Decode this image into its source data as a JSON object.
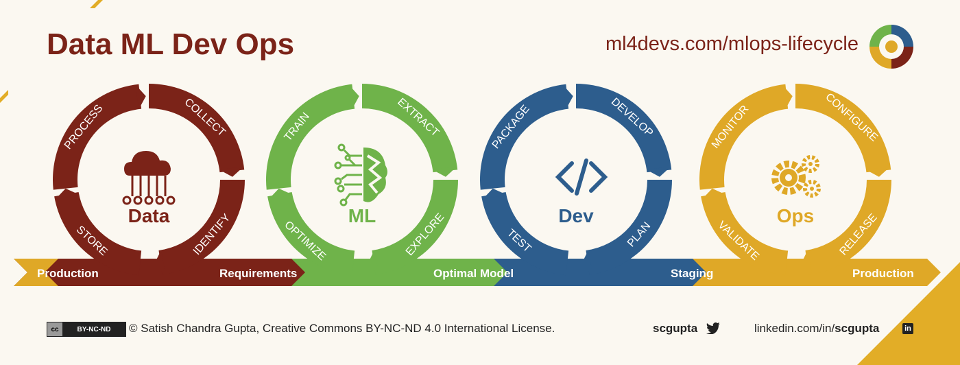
{
  "header": {
    "title": "Data ML Dev Ops",
    "url": "ml4devs.com/mlops-lifecycle"
  },
  "colors": {
    "data": "#7b2318",
    "ml": "#6fb34a",
    "dev": "#2d5d8d",
    "ops": "#dfa827",
    "accent": "#e2ad27"
  },
  "cycles": [
    {
      "id": "data",
      "label": "Data",
      "icon": "cloud-network-icon",
      "steps": {
        "top_left": "PROCESS",
        "top_right": "COLLECT",
        "bottom_left": "STORE",
        "bottom_right": "IDENTIFY"
      }
    },
    {
      "id": "ml",
      "label": "ML",
      "icon": "brain-circuit-icon",
      "steps": {
        "top_left": "TRAIN",
        "top_right": "EXTRACT",
        "bottom_left": "OPTIMIZE",
        "bottom_right": "EXPLORE"
      }
    },
    {
      "id": "dev",
      "label": "Dev",
      "icon": "code-icon",
      "steps": {
        "top_left": "PACKAGE",
        "top_right": "DEVELOP",
        "bottom_left": "TEST",
        "bottom_right": "PLAN"
      }
    },
    {
      "id": "ops",
      "label": "Ops",
      "icon": "gears-icon",
      "steps": {
        "top_left": "MONITOR",
        "top_right": "CONFIGURE",
        "bottom_left": "VALIDATE",
        "bottom_right": "RELEASE"
      }
    }
  ],
  "flow": [
    "Production",
    "Requirements",
    "Optimal Model",
    "Staging",
    "Production"
  ],
  "footer": {
    "cc_badge": "BY-NC-ND",
    "cc_symbol": "cc",
    "license": "© Satish Chandra Gupta, Creative Commons BY-NC-ND 4.0 International License.",
    "twitter": "scgupta",
    "linkedin_prefix": "linkedin.com/in/",
    "linkedin_handle": "scgupta",
    "linkedin_icon": "in"
  }
}
